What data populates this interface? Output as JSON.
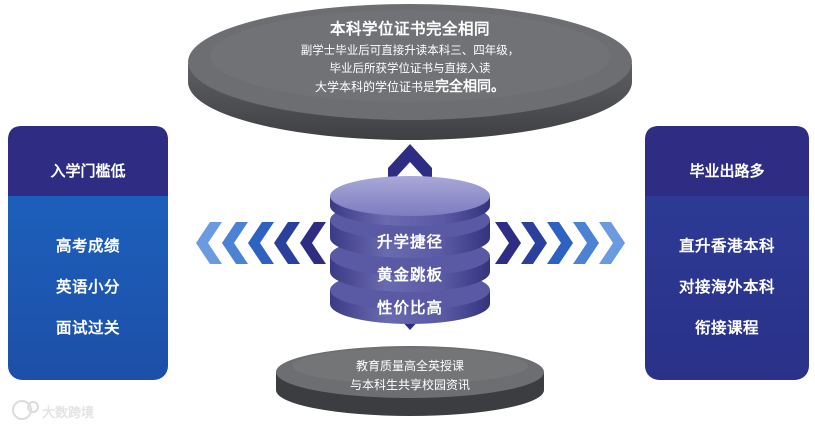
{
  "top": {
    "title": "本科学位证书完全相同",
    "line1": "副学士毕业后可直接升读本科三、四年级，",
    "line2": "毕业后所获学位证书与直接入读",
    "line3_prefix": "大学本科的学位证书是",
    "line3_emph": "完全相同。"
  },
  "left_panel": {
    "header": "入学门槛低",
    "items": [
      "高考成绩",
      "英语小分",
      "面试过关"
    ]
  },
  "right_panel": {
    "header": "毕业出路多",
    "items": [
      "直升香港本科",
      "对接海外本科",
      "衔接课程"
    ]
  },
  "center": {
    "labels": [
      "升学捷径",
      "黄金跳板",
      "性价比高"
    ]
  },
  "bottom": {
    "line1": "教育质量高全英授课",
    "line2": "与本科生共享校园资讯"
  },
  "watermark": {
    "text": "大数跨境"
  },
  "colors": {
    "navy": "#2e2d83",
    "blue": "#1d5bb6",
    "cylinder": "#6f6fb5",
    "cylinder_dark": "#3c3b8a",
    "ellipse_gray": "#6d6e71",
    "ellipse_top": "#e5e5e5"
  },
  "icons": {
    "left_chevrons": "chevrons-left-icon",
    "right_chevrons": "chevrons-right-icon",
    "up_arrow": "arrow-up-icon",
    "down_arrow": "arrow-down-icon",
    "watermark_logo": "watermark-logo-icon"
  }
}
